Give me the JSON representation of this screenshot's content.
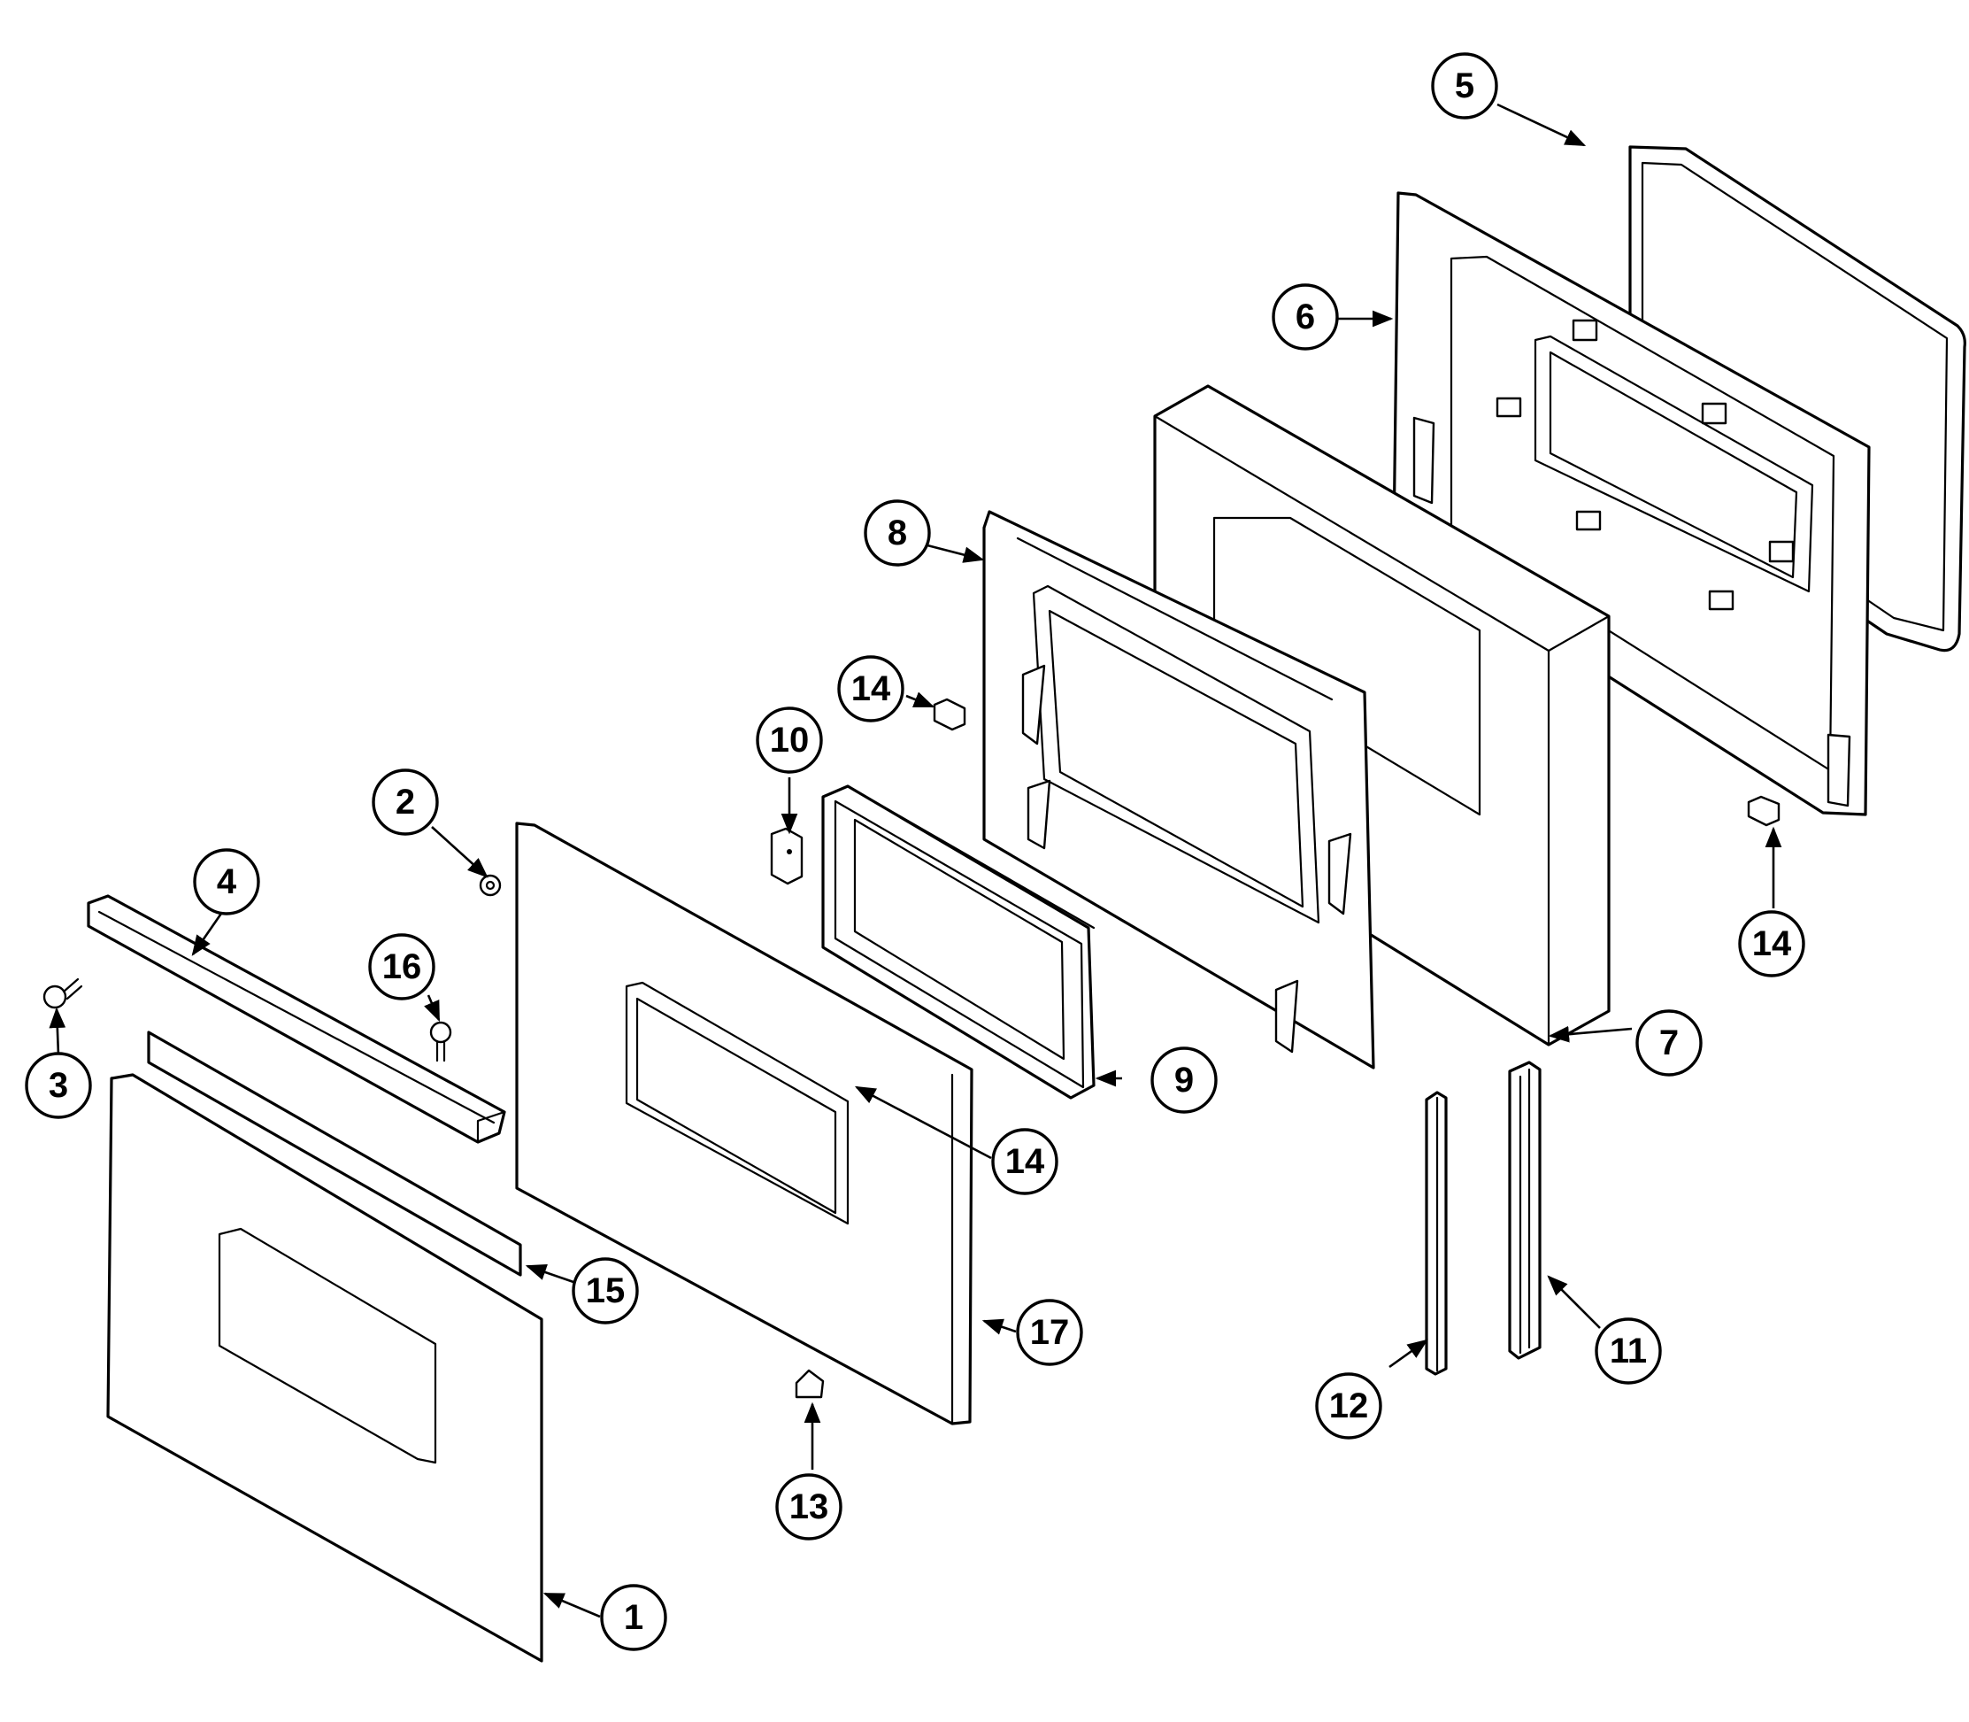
{
  "diagram": {
    "colors": {
      "line": "#000000",
      "background": "#ffffff"
    },
    "callouts": [
      {
        "label": "1"
      },
      {
        "label": "2"
      },
      {
        "label": "3"
      },
      {
        "label": "4"
      },
      {
        "label": "5"
      },
      {
        "label": "6"
      },
      {
        "label": "7"
      },
      {
        "label": "8"
      },
      {
        "label": "9"
      },
      {
        "label": "10"
      },
      {
        "label": "11"
      },
      {
        "label": "12"
      },
      {
        "label": "13"
      },
      {
        "label": "14"
      },
      {
        "label": "14"
      },
      {
        "label": "14"
      },
      {
        "label": "15"
      },
      {
        "label": "16"
      },
      {
        "label": "17"
      }
    ]
  }
}
